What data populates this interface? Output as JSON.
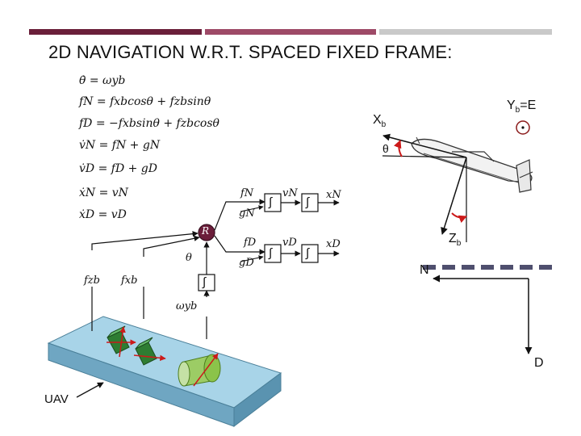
{
  "header": {
    "title": "2D NAVIGATION W.R.T. SPACED FIXED FRAME:"
  },
  "colors": {
    "bar_dark": "#6a1f3a",
    "bar_mid": "#9e4a67",
    "bar_light": "#c9c9c9",
    "ground_dash": "#4f4f6e",
    "sensor_red": "#cc1a1a"
  },
  "equations": [
    "θ̇ = ωyb",
    "fN = fxbcosθ + fzbsinθ",
    "fD = −fxbsinθ + fzbcosθ",
    "v̇N = fN + gN",
    "v̇D = fD + gD",
    "ẋN = vN",
    "ẋD = vD"
  ],
  "block_diagram": {
    "R": "R",
    "theta": "θ",
    "omega": "ωyb",
    "fzb": "fzb",
    "fxb": "fxb",
    "fN": "fN",
    "gN": "gN",
    "vN": "vN",
    "xN": "xN",
    "fD": "fD",
    "gD": "gD",
    "vD": "vD",
    "xD": "xD",
    "integral": "∫"
  },
  "frame": {
    "xb": "X",
    "xb_sub": "b",
    "yb": "Y",
    "yb_sub": "b",
    "yb_suffix": "=E",
    "zb": "Z",
    "zb_sub": "b",
    "theta": "θ",
    "N": "N",
    "D": "D"
  },
  "uav_label": "UAV"
}
